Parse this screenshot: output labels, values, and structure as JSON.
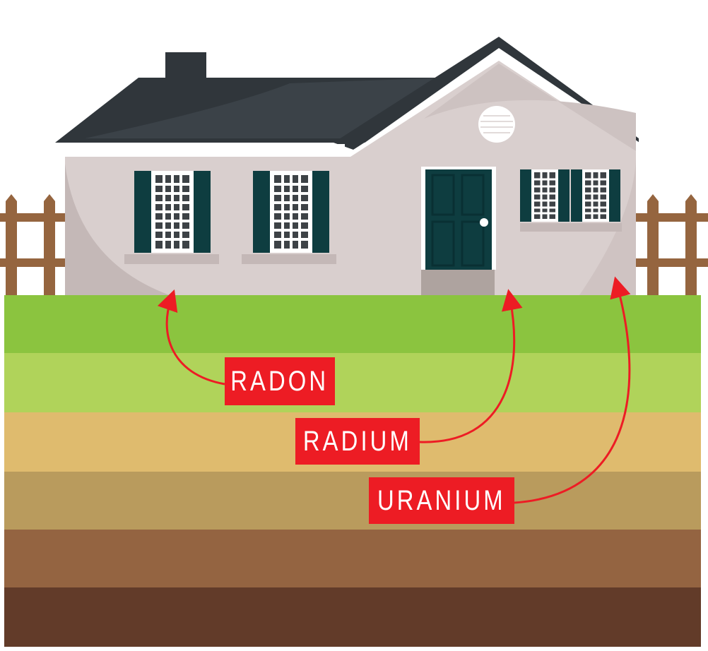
{
  "diagram": {
    "labels": {
      "radon": "RADON",
      "radium": "RADIUM",
      "uranium": "URANIUM"
    }
  },
  "colors": {
    "label_bg": "#ed1c24",
    "arrow": "#ed1c24",
    "grass": "#8bc43f",
    "topsoil": "#b0d35a",
    "sand": "#dfbb6e",
    "clay": "#b99b5d",
    "soil": "#946441",
    "deep_soil": "#623b29",
    "house_wall": "#d9cfce",
    "roof": "#30363b",
    "door": "#0e3d40",
    "fence": "#95653f"
  },
  "icons": [
    "house-icon",
    "fence-icon",
    "arrow-icon"
  ]
}
